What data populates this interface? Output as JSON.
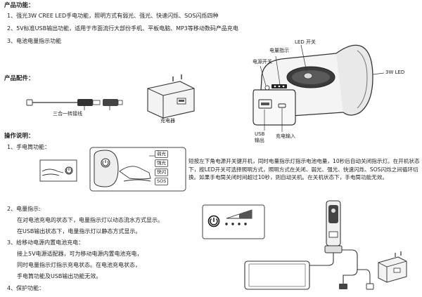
{
  "features": {
    "heading": "产品功能：",
    "items": [
      "1、强光3W CREE LED手电功能，照明方式有弱光、强光、快速闪烁、SOS闪烁四种",
      "2、5V标准USB输出功能，适用于市面流行大部份手机、平板电脑、MP3等移动数码产品充电",
      "3、电池电量指示功能"
    ]
  },
  "diagram_labels": {
    "power_indicator": "电量指示",
    "led_switch": "LED 开关",
    "power_switch": "电源开关",
    "led_3w": "3W LED",
    "usb_output": "USB\n输出",
    "charge_input": "充电输入"
  },
  "accessories": {
    "heading": "产品配件：",
    "cable": "三合一转接线",
    "charger": "充电器"
  },
  "operation": {
    "heading": "操作说明：",
    "flashlight": {
      "title": "1、手电筒功能：",
      "modes": [
        "弱光",
        "强光",
        "快闪",
        "SOS"
      ],
      "description": "短按左下角电源开关键开机，同时电量指示灯指示电池电量，10秒后自动关闭指示灯。在开机状态下，按LED开关可选择照明方式，照明方式在关闭、弱光、强光、快速闪烁、SOS闪烁之间循环切换。如果手电筒关闭时间超过10秒，则自动关机。在关机状态下，手电筒功能无效。"
    },
    "battery": {
      "title": "2、电量指示:",
      "lines": [
        "在对电池充电的状态下，电量指示灯以动态流水方式显示。",
        "在USB输出状态下，电量指示灯以静态方式显示。"
      ]
    },
    "charging": {
      "title": "3、给移动电源内置电池充电：",
      "lines": [
        "接上5V电源适配器，可为移动电源内置电池充电，",
        "同时电量指示灯指示充电状态。在电池充电状态，",
        "手电筒功能及USB输出功能无效。"
      ]
    },
    "protection": {
      "title": "4、保护功能："
    }
  }
}
